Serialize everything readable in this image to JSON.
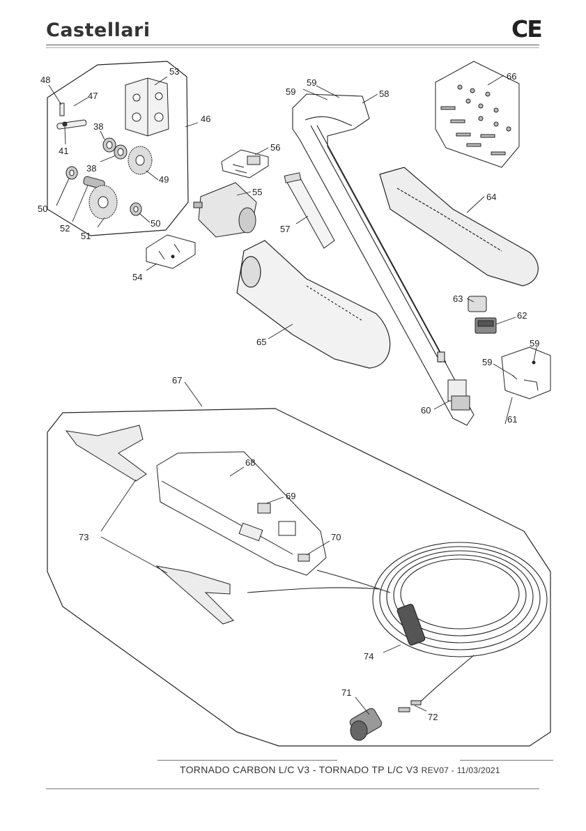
{
  "header": {
    "brand": "Castellari",
    "mark": "CE"
  },
  "callouts": {
    "c38a": "38",
    "c38b": "38",
    "c41": "41",
    "c46": "46",
    "c47": "47",
    "c48": "48",
    "c49": "49",
    "c50a": "50",
    "c50b": "50",
    "c51": "51",
    "c52": "52",
    "c53": "53",
    "c54": "54",
    "c55": "55",
    "c56": "56",
    "c57": "57",
    "c58": "58",
    "c59a": "59",
    "c59b": "59",
    "c59c": "59",
    "c59d": "59",
    "c60": "60",
    "c61": "61",
    "c62": "62",
    "c63": "63",
    "c64": "64",
    "c65": "65",
    "c66": "66",
    "c67": "67",
    "c68": "68",
    "c69": "69",
    "c70": "70",
    "c71": "71",
    "c72": "72",
    "c73": "73",
    "c74": "74"
  },
  "footer": {
    "title": "TORNADO CARBON L/C V3 - TORNADO TP L/C V3",
    "revision": "REV07 - 11/03/2021"
  }
}
